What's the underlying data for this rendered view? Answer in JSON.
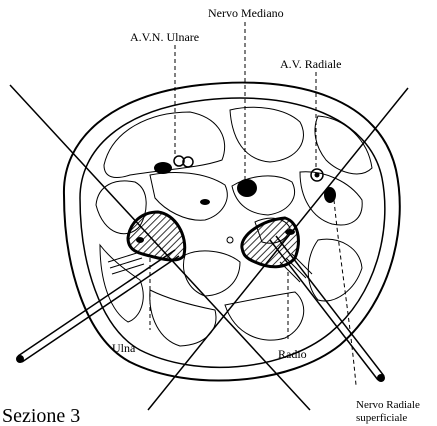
{
  "labels": {
    "nervo_mediano": "Nervo Mediano",
    "avn_ulnare": "A.V.N. Ulnare",
    "av_radiale": "A.V. Radiale",
    "ulna": "Ulna",
    "radio": "Radio",
    "nervo_radiale_line1": "Nervo Radiale",
    "nervo_radiale_line2": "superficiale",
    "sezione": "Sezione 3"
  },
  "colors": {
    "ink": "#000000",
    "paper": "#ffffff"
  }
}
